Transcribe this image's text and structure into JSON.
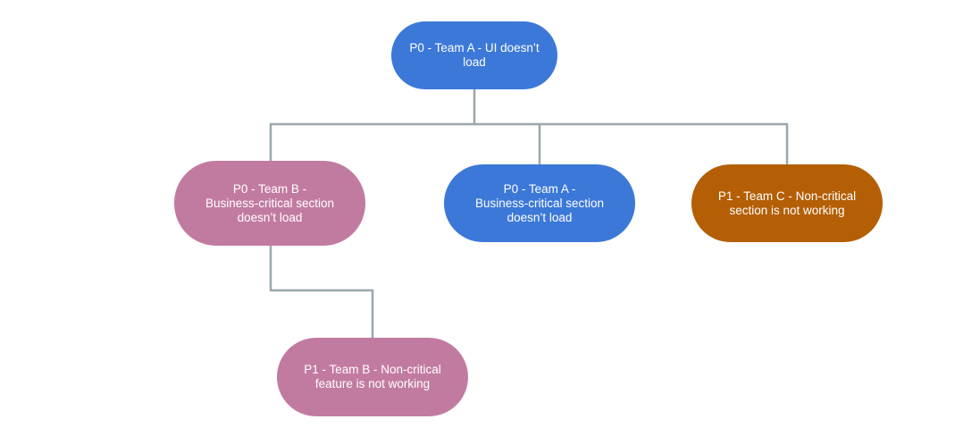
{
  "diagram": {
    "colors": {
      "blue": "#3c78d8",
      "pink": "#c27ba0",
      "orange": "#b45f06",
      "connector": "#9aa7ae"
    },
    "nodes": {
      "root": {
        "label": "P0 - Team A - UI doesn’t\nload",
        "color": "#3c78d8"
      },
      "team_b_p0": {
        "label": "P0 - Team B -\nBusiness-critical section\ndoesn’t load",
        "color": "#c27ba0"
      },
      "team_a_p0": {
        "label": "P0 - Team A -\nBusiness-critical section\ndoesn’t load",
        "color": "#3c78d8"
      },
      "team_c_p1": {
        "label": "P1 - Team C - Non-critical\nsection is not working",
        "color": "#b45f06"
      },
      "team_b_p1": {
        "label": "P1 - Team B - Non-critical\nfeature is not working",
        "color": "#c27ba0"
      }
    },
    "edges": [
      {
        "from": "root",
        "to": "team_b_p0"
      },
      {
        "from": "root",
        "to": "team_a_p0"
      },
      {
        "from": "root",
        "to": "team_c_p1"
      },
      {
        "from": "team_b_p0",
        "to": "team_b_p1"
      }
    ]
  }
}
